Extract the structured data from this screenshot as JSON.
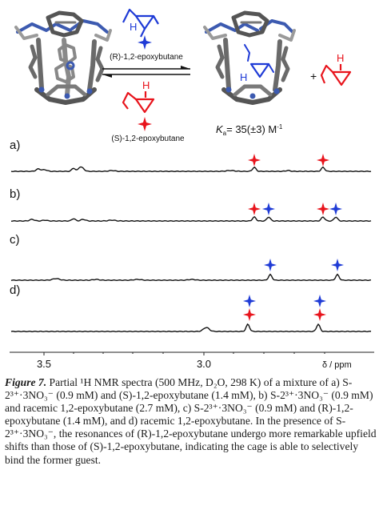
{
  "scheme": {
    "reagent_top": "(R)-1,2-epoxybutane",
    "reagent_bottom": "(S)-1,2-epoxybutane",
    "ka": "K",
    "ka_sub": "a",
    "ka_value": "= 35(±3) M",
    "ka_sup": "-1",
    "plus": "+",
    "h_label": "H"
  },
  "spectra": {
    "labels": [
      "a)",
      "b)",
      "c)",
      "d)"
    ],
    "axis_ticks": [
      "3.5",
      "3.0"
    ],
    "axis_unit": "δ / ppm"
  },
  "colors": {
    "R_marker": "#e8141c",
    "S_marker": "#1f3bd6",
    "cage_gray": "#707070",
    "cage_blue": "#3c5ab0"
  },
  "caption": {
    "label": "Figure 7.",
    "text": "Partial ¹H NMR spectra (500 MHz, D₂O, 298 K) of a mixture of a) S-2³⁺·3NO₃⁻ (0.9 mM) and (S)-1,2-epoxybutane (1.4 mM), b) S-2³⁺·3NO₃⁻ (0.9 mM) and racemic 1,2-epoxybutane (2.7 mM), c) S-2³⁺·3NO₃⁻ (0.9 mM) and (R)-1,2-epoxybutane (1.4 mM), and d) racemic 1,2-epoxybutane. In the presence of S-2³⁺·3NO₃⁻, the resonances of (R)-1,2-epoxybutane undergo more remarkable upfield shifts than those of (S)-1,2-epoxybutane, indicating the cage is able to selectively bind the former guest."
  }
}
